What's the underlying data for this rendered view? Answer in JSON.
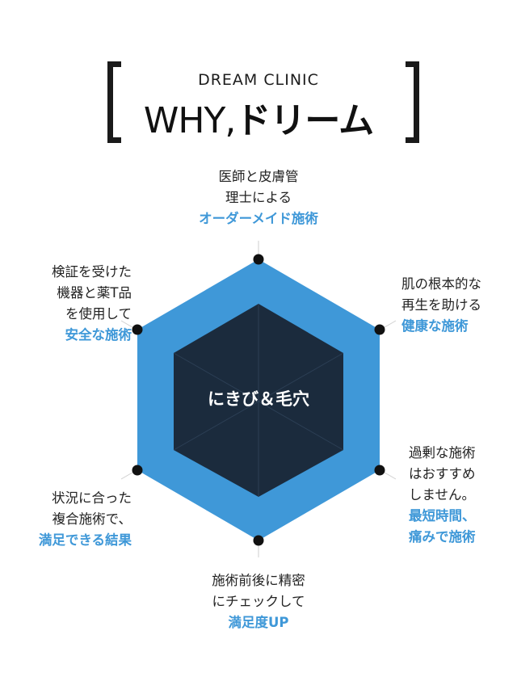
{
  "header": {
    "subtitle": "DREAM CLINIC",
    "title_part1": "WHY,",
    "title_part2": "ドリーム"
  },
  "center": {
    "label": "にきび＆毛穴"
  },
  "points": {
    "top": {
      "lines": [
        "医師と皮膚管",
        "理士による"
      ],
      "highlight": [
        "オーダーメイド施術"
      ]
    },
    "upper_right": {
      "lines": [
        "肌の根本的な",
        "再生を助ける"
      ],
      "highlight": [
        "健康な施術"
      ]
    },
    "lower_right": {
      "lines": [
        "過剰な施術",
        "はおすすめ",
        "しません。"
      ],
      "highlight": [
        "最短時間、",
        "痛みで施術"
      ]
    },
    "bottom": {
      "lines": [
        "施術前後に精密",
        "にチェックして"
      ],
      "highlight": [
        "満足度UP"
      ]
    },
    "lower_left": {
      "lines": [
        "状況に合った",
        "複合施術で、"
      ],
      "highlight": [
        "満足できる結果"
      ]
    },
    "upper_left": {
      "lines": [
        "検証を受けた",
        "機器と薬T品",
        "を使用して"
      ],
      "highlight": [
        "安全な施術"
      ]
    }
  },
  "colors": {
    "outer_hexagon": "#3f98d8",
    "inner_hexagon": "#1b2b3d",
    "highlight_text": "#3f98d8",
    "dot": "#111111"
  }
}
